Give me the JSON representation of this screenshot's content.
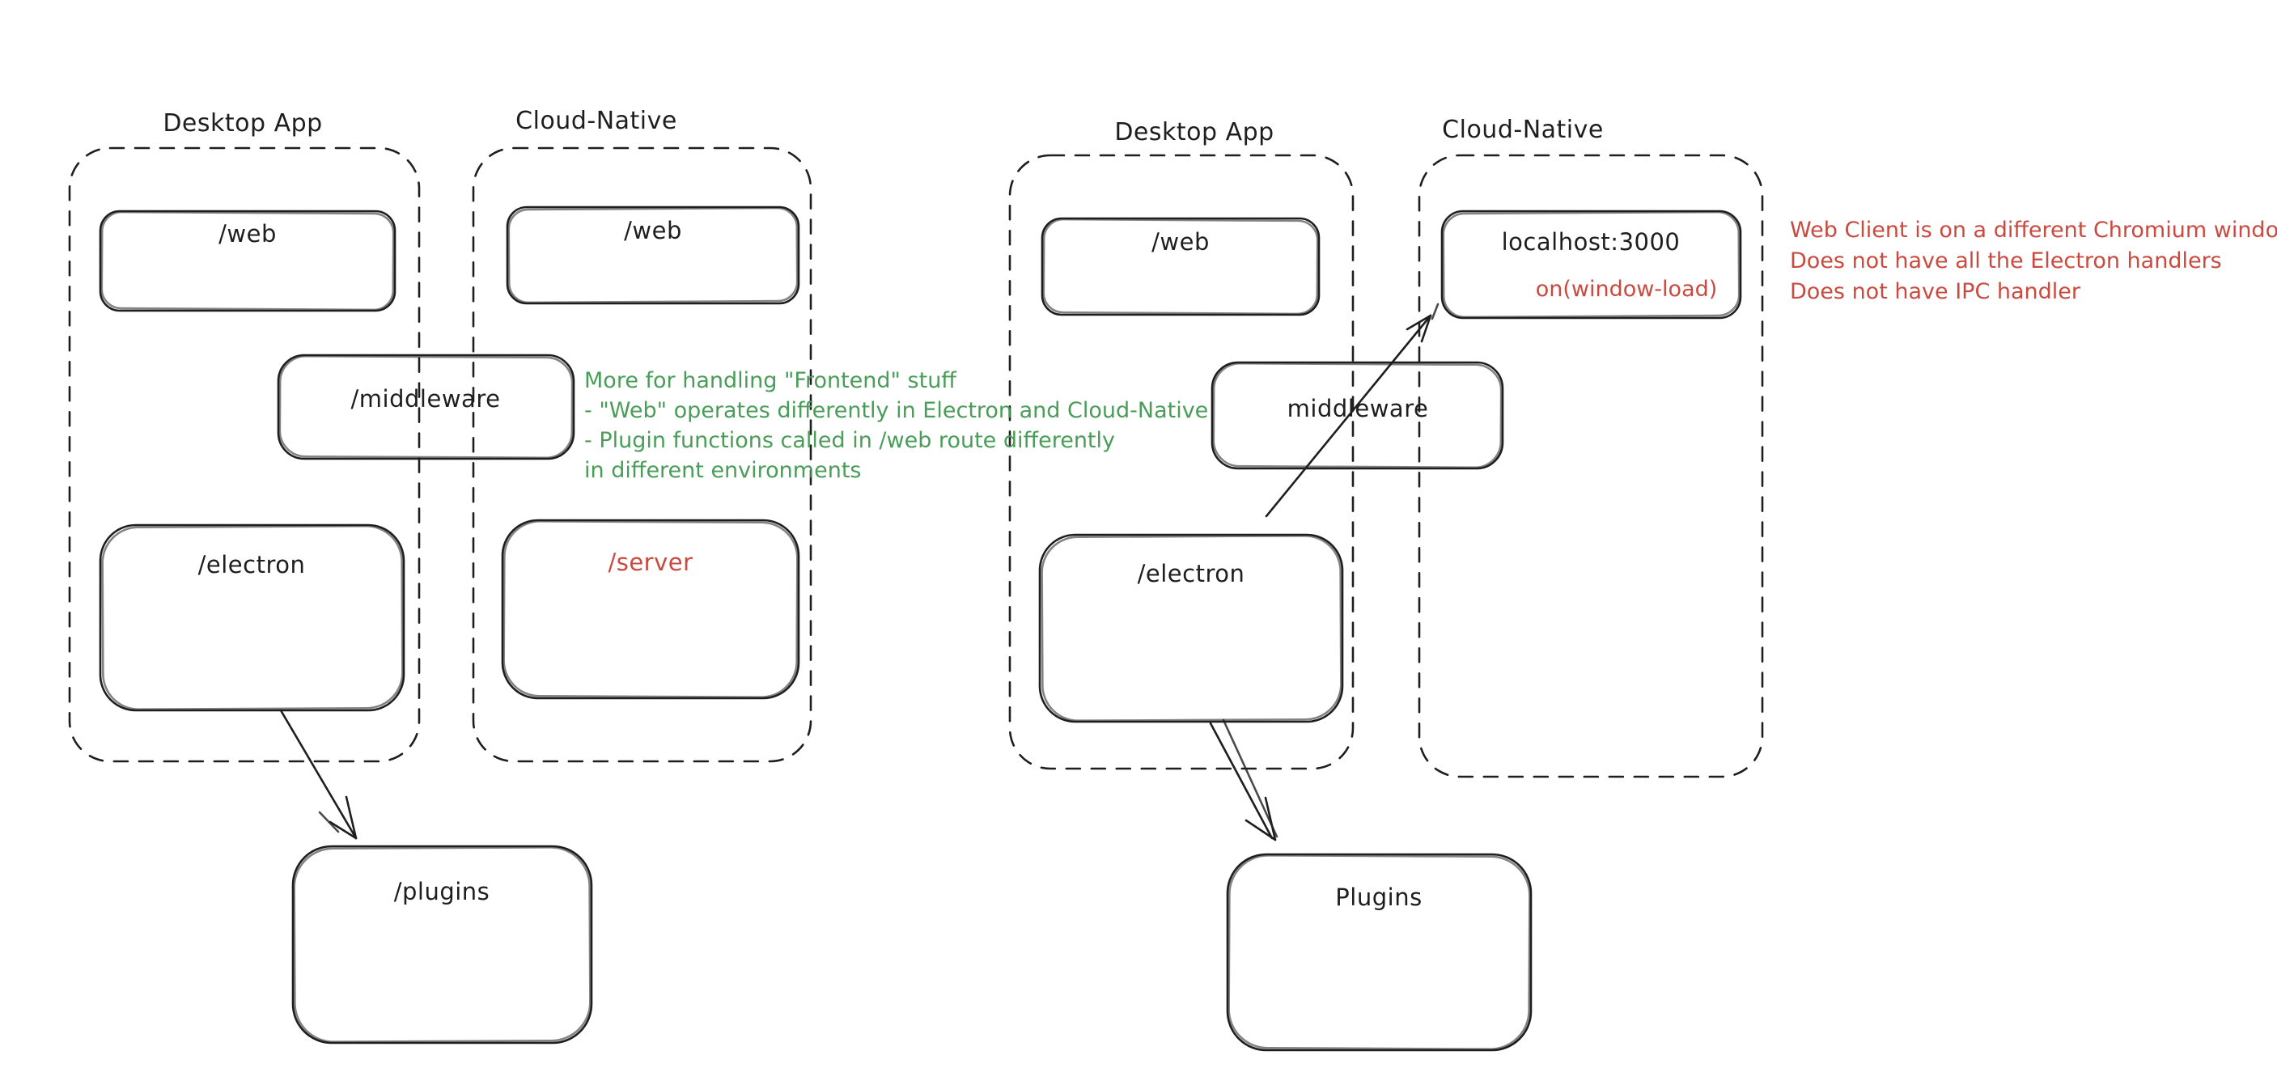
{
  "colors": {
    "ink": "#1e1e1e",
    "green": "#4a9d59",
    "red": "#cb4a3f",
    "background": "#ffffff"
  },
  "left_diagram": {
    "desktop_app_title": "Desktop App",
    "cloud_native_title": "Cloud-Native",
    "desktop_web": "/web",
    "cloud_web": "/web",
    "middleware": "/middleware",
    "electron": "/electron",
    "server": "/server",
    "plugins": "/plugins"
  },
  "right_diagram": {
    "desktop_app_title": "Desktop App",
    "cloud_native_title": "Cloud-Native",
    "web": "/web",
    "localhost": "localhost:3000",
    "on_window_load": "on(window-load)",
    "middleware": "middleware",
    "electron": "/electron",
    "plugins": "Plugins"
  },
  "green_note": {
    "lines": [
      "More for handling \"Frontend\" stuff",
      "- \"Web\" operates differently in Electron and Cloud-Native",
      "- Plugin functions called in /web route differently",
      "in different environments"
    ]
  },
  "red_note": {
    "lines": [
      "Web Client is on a different Chromium window",
      "Does not have all the Electron handlers",
      "Does not have IPC handler"
    ]
  }
}
